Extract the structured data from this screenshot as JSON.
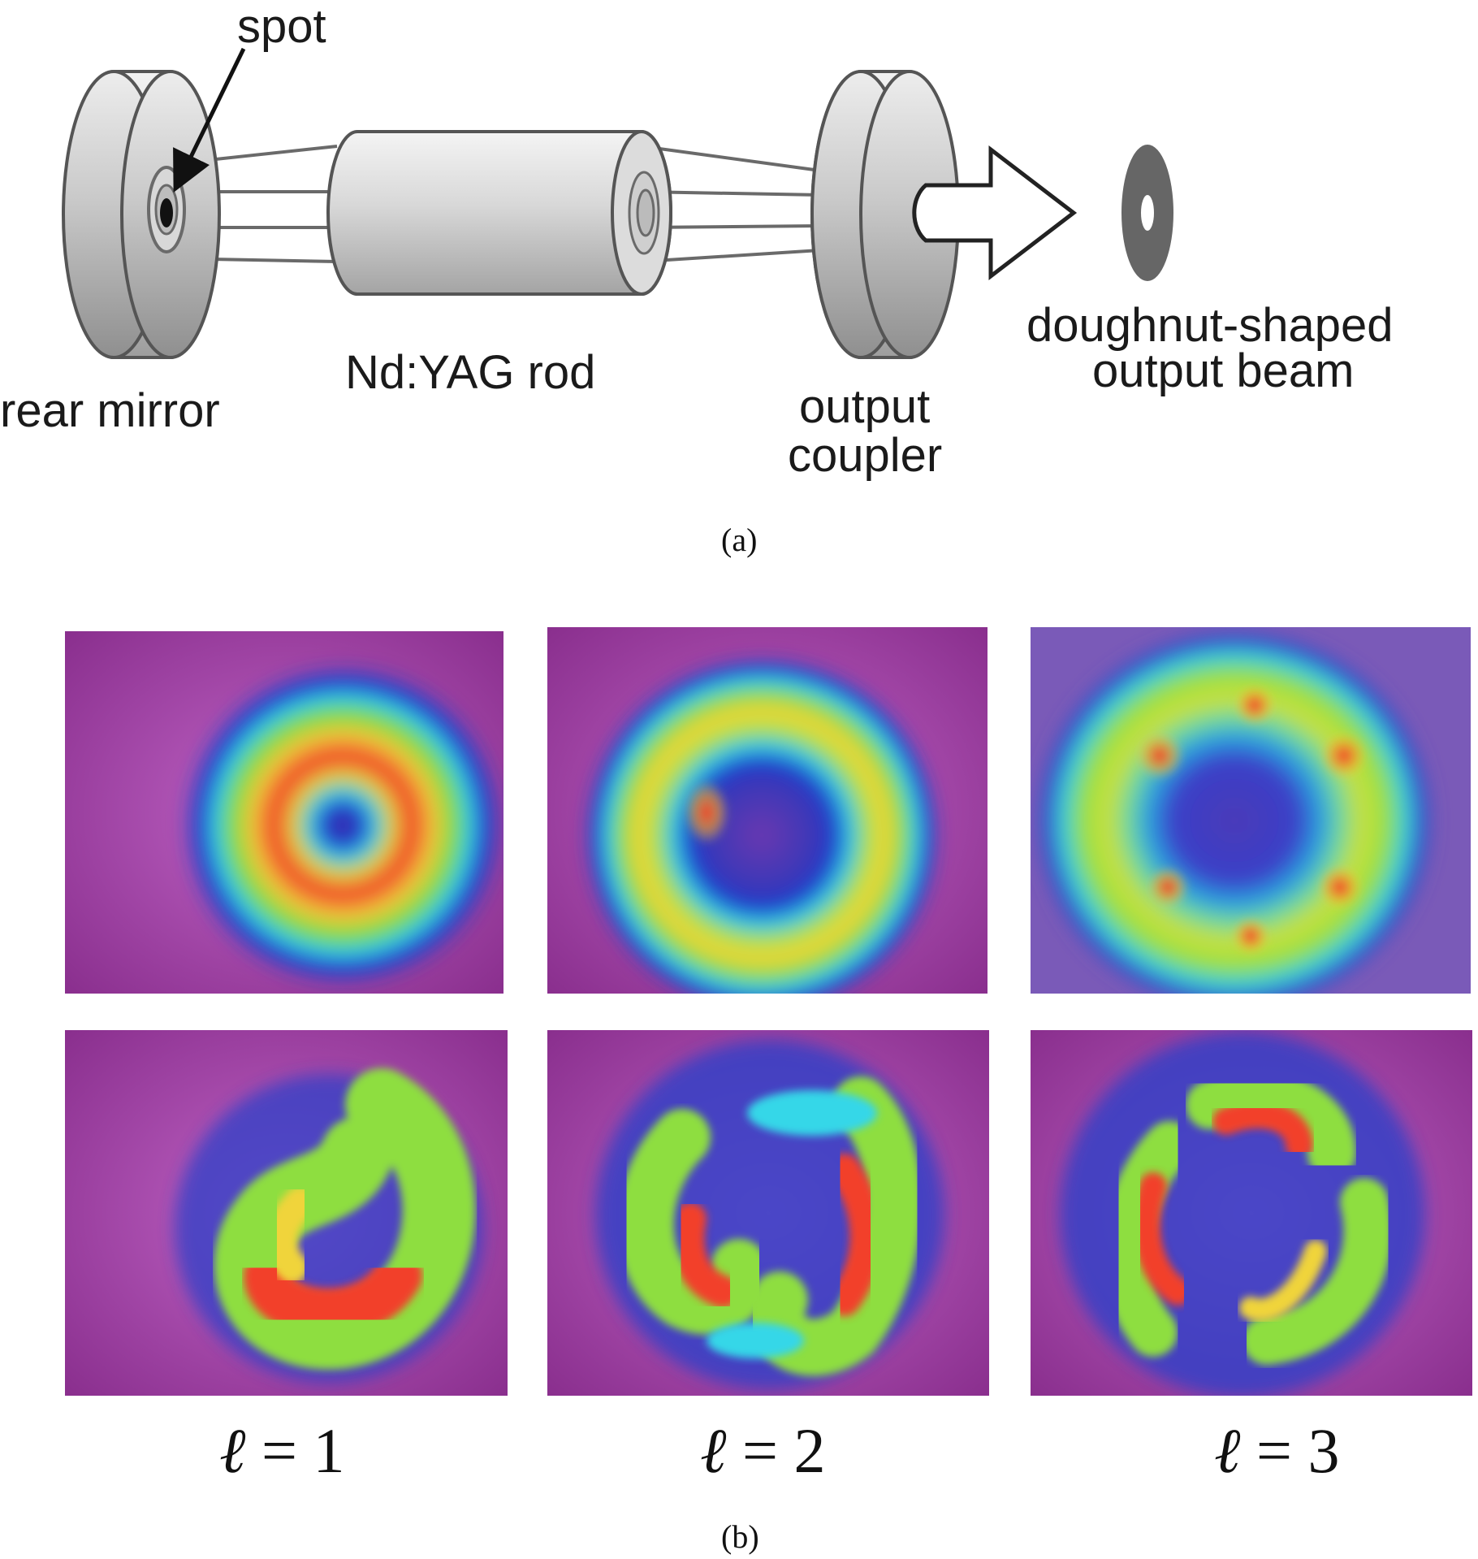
{
  "part_a": {
    "label_spot": "spot",
    "label_rear_mirror": "rear mirror",
    "label_rod": "Nd:YAG rod",
    "label_output_coupler": [
      "output",
      "coupler"
    ],
    "label_output_beam": [
      "doughnut-shaped",
      "output beam"
    ],
    "caption": "(a)"
  },
  "part_b": {
    "caption": "(b)",
    "columns": [
      {
        "symbol": "ℓ",
        "rest": " = 1"
      },
      {
        "symbol": "ℓ",
        "rest": " = 2"
      },
      {
        "symbol": "ℓ",
        "rest": " = 3"
      }
    ]
  },
  "colors": {
    "background_magenta": "#9a3f9c",
    "beam_blue": "#1f3fd0",
    "beam_cyan": "#35d7e8",
    "beam_green": "#8fe03a",
    "beam_yellow": "#f2e13a",
    "beam_red": "#f0302a",
    "optic_gray": "#d0d0d0",
    "doughnut_gray": "#666666"
  }
}
